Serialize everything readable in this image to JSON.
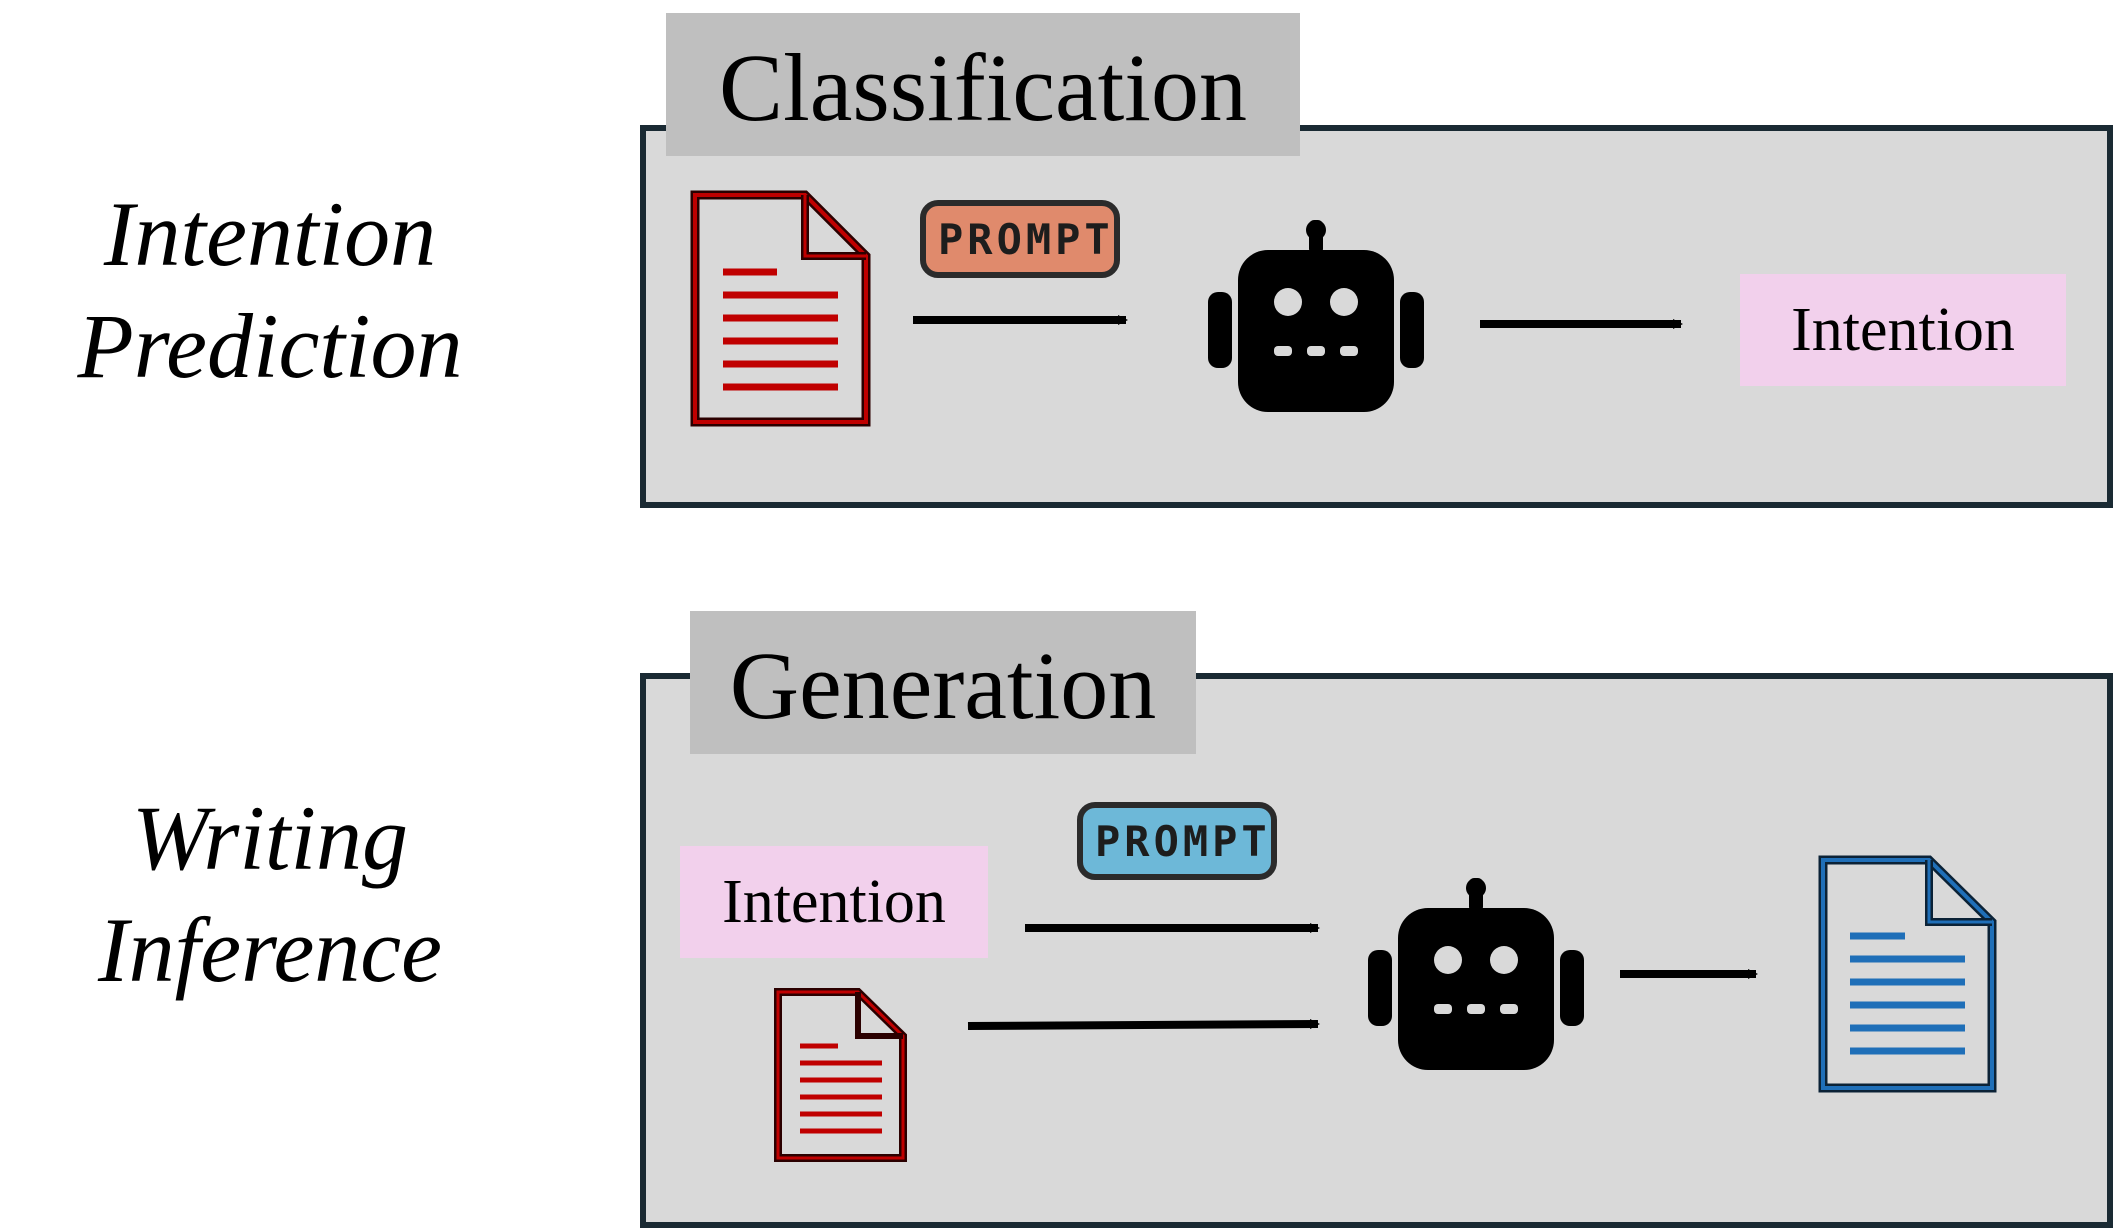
{
  "rows": [
    {
      "side_label_line1": "Intention",
      "side_label_line2": "Prediction",
      "tab_title": "Classification",
      "prompt_label": "PROMPT",
      "prompt_color": "#e08a6c",
      "output_chip": "Intention"
    },
    {
      "side_label_line1": "Writing",
      "side_label_line2": "Inference",
      "tab_title": "Generation",
      "prompt_label": "PROMPT",
      "prompt_color": "#6db8d8",
      "input_chip": "Intention"
    }
  ],
  "colors": {
    "panel_bg": "#d9d9d9",
    "tab_bg": "#bfbfbf",
    "chip_bg": "#f2d0ec",
    "document_red": "#c00000",
    "document_blue": "#1f6fb8",
    "robot": "#000000"
  },
  "icons": [
    "document-icon",
    "prompt-badge",
    "robot-icon",
    "arrow-icon"
  ]
}
